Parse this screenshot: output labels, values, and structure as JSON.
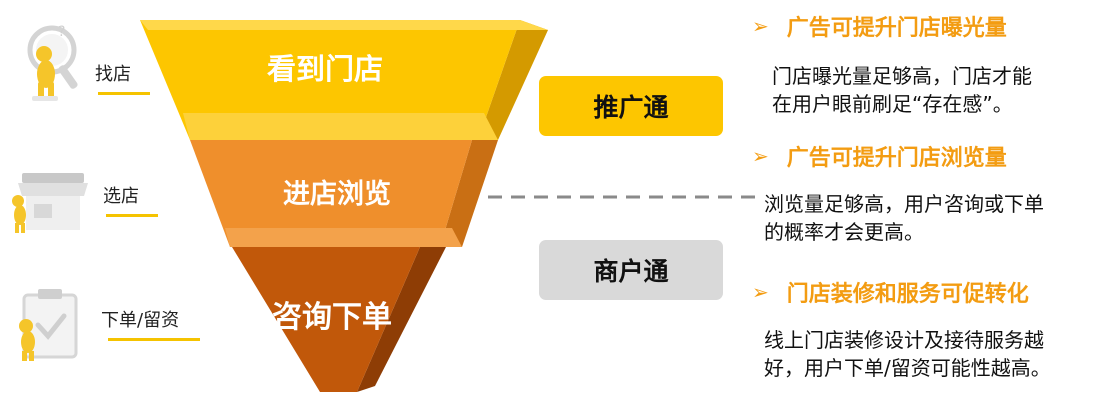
{
  "steps": [
    {
      "label": "找店"
    },
    {
      "label": "选店"
    },
    {
      "label": "下单/留资"
    }
  ],
  "funnel": [
    {
      "text": "看到门店"
    },
    {
      "text": "进店浏览"
    },
    {
      "text": "咨询下单"
    }
  ],
  "badges": [
    {
      "text": "推广通"
    },
    {
      "text": "商户通"
    }
  ],
  "points": [
    {
      "heading": "广告可提升门店曝光量",
      "lines": [
        "门店曝光量足够高，门店才能",
        "在用户眼前刷足“存在感”。"
      ]
    },
    {
      "heading": "广告可提升门店浏览量",
      "lines": [
        "浏览量足够高，用户咨询或下单",
        "的概率才会更高。"
      ]
    },
    {
      "heading": "门店装修和服务可促转化",
      "lines": [
        "线上门店装修设计及接待服务越",
        "好，用户下单/留资可能性越高。"
      ]
    }
  ],
  "colors": {
    "yellow": "#fdc600",
    "orange": "#ef8f2c",
    "brown": "#c1580a",
    "accent": "#f39c12",
    "badge_gray": "#d9d9d9",
    "mascot": "#f5c52a"
  },
  "icons": [
    "arrow-right-icon",
    "magnifier-mascot-icon",
    "storefront-mascot-icon",
    "clipboard-mascot-icon"
  ]
}
